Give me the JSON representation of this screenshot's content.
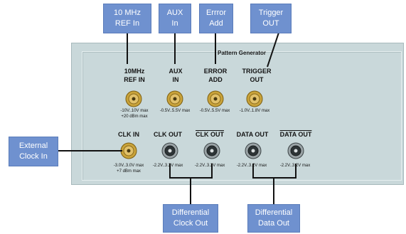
{
  "callouts": {
    "ref_in": "10 MHz\nREF In",
    "aux_in": "AUX\nIn",
    "error_add": "Errror\nAdd",
    "trigger_out": "Trigger\nOUT",
    "external_clock": "External\nClock In",
    "diff_clock": "Differential\nClock Out",
    "diff_data": "Differential\nData Out"
  },
  "panel": {
    "title": "Pattern Generator"
  },
  "top_row": [
    {
      "label": "10MHz\nREF IN",
      "spec": "-10V..10V max\n+20 dBm max"
    },
    {
      "label": "AUX\nIN",
      "spec": "-0.5V..5.5V max"
    },
    {
      "label": "ERROR\nADD",
      "spec": "-0.5V..5.5V max"
    },
    {
      "label": "TRIGGER\nOUT",
      "spec": "-1.0V..1.8V max"
    }
  ],
  "bottom_row": [
    {
      "label": "CLK IN",
      "spec": "-3.0V..3.0V max\n+7 dBm max"
    },
    {
      "label": "CLK OUT",
      "spec": "-2.2V..3.2V max"
    },
    {
      "label": "CLK OUT",
      "spec": "-2.2V..3.2V max"
    },
    {
      "label": "DATA OUT",
      "spec": "-2.2V..3.2V max"
    },
    {
      "label": "DATA OUT",
      "spec": "-2.2V..3.2V max"
    }
  ],
  "colors": {
    "callout_fill": "#6f91cf",
    "panel_fill": "#c9d8da",
    "sma_gold": "#c9a33a",
    "sma_silver": "#9aa3a6"
  }
}
